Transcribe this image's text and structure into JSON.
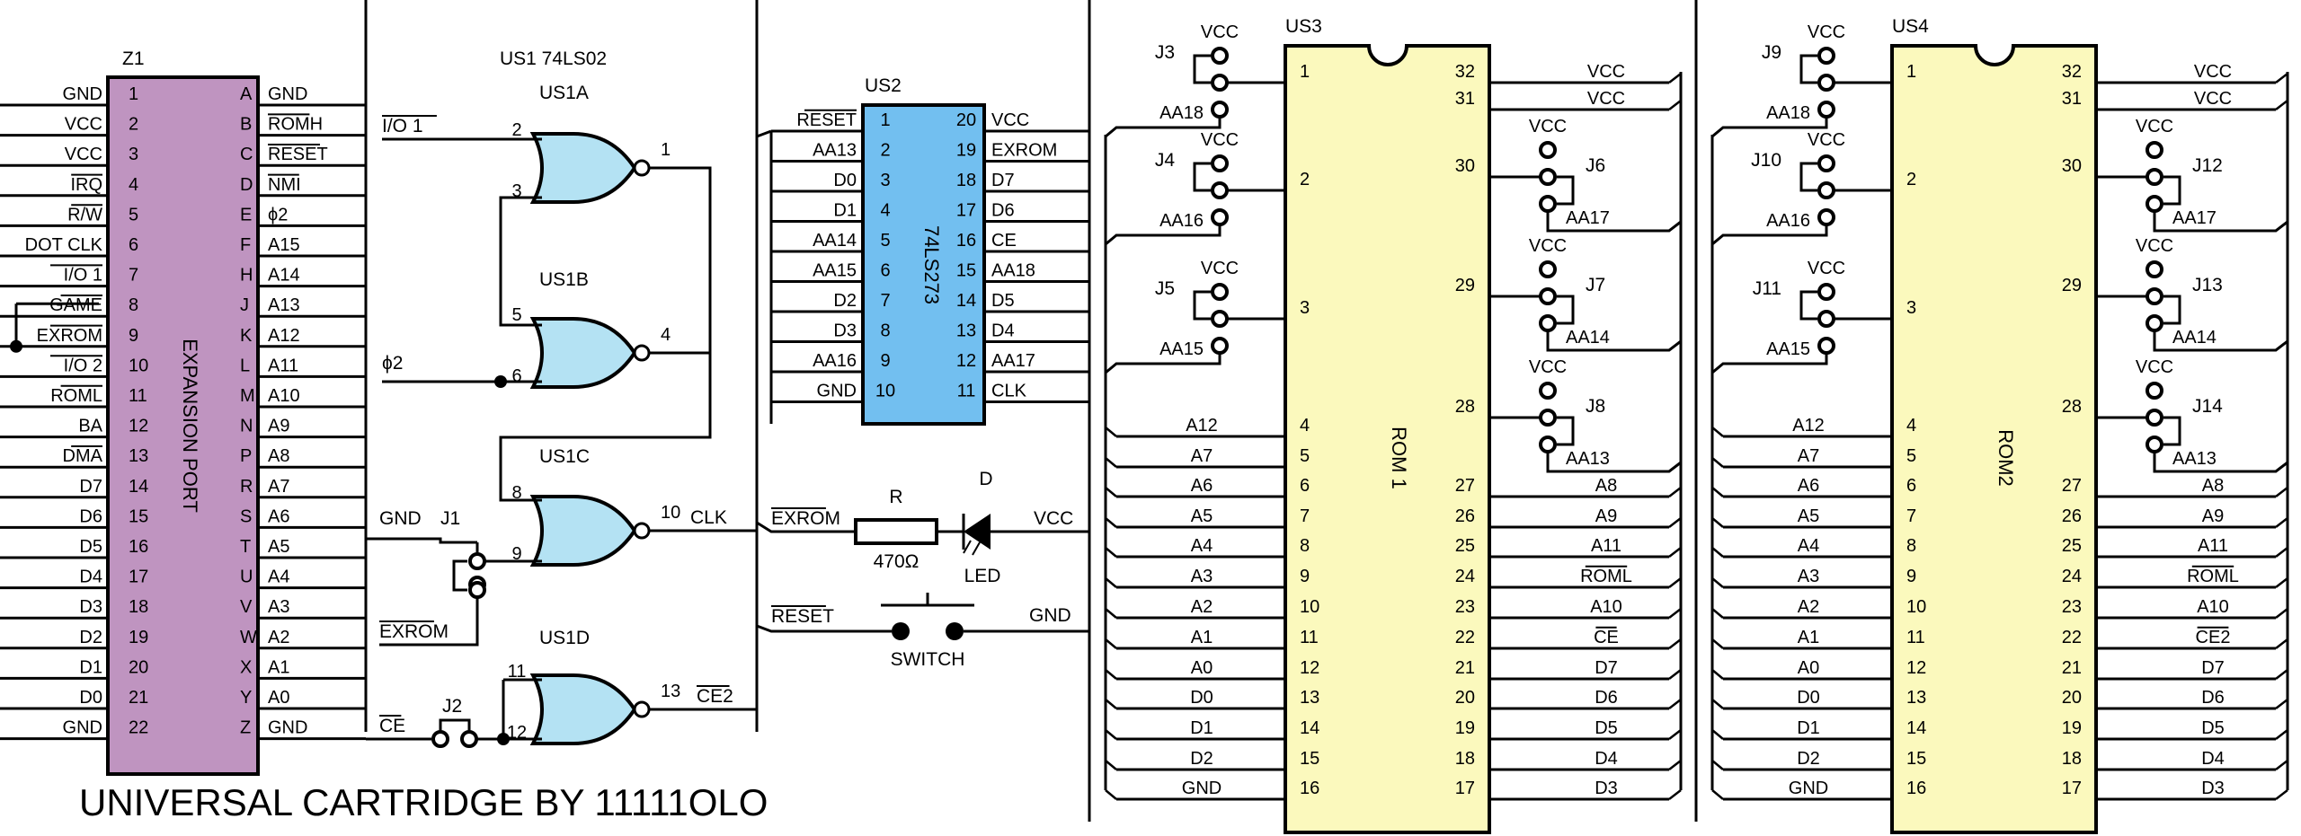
{
  "title": "UNIVERSAL CARTRIDGE BY 11111OLO",
  "colors": {
    "expansion_port": "#bf94c0",
    "nor_gate": "#b4e2f3",
    "ls273": "#72bff0",
    "rom": "#fbf9bd",
    "wire": "#000000"
  },
  "z1": {
    "ref": "Z1",
    "body_label": "EXPANSION PORT",
    "left_nets": [
      "GND",
      "VCC",
      "VCC",
      "IRQ",
      "R/W",
      "DOT CLK",
      "I/O 1",
      "GAME",
      "EXROM",
      "I/O 2",
      "ROML",
      "BA",
      "DMA",
      "D7",
      "D6",
      "D5",
      "D4",
      "D3",
      "D2",
      "D1",
      "D0",
      "GND"
    ],
    "left_overbar": [
      false,
      false,
      false,
      true,
      true,
      false,
      true,
      true,
      true,
      true,
      true,
      false,
      true,
      false,
      false,
      false,
      false,
      false,
      false,
      false,
      false,
      false
    ],
    "pin_numbers": [
      "1",
      "2",
      "3",
      "4",
      "5",
      "6",
      "7",
      "8",
      "9",
      "10",
      "11",
      "12",
      "13",
      "14",
      "15",
      "16",
      "17",
      "18",
      "19",
      "20",
      "21",
      "22"
    ],
    "pin_letters": [
      "A",
      "B",
      "C",
      "D",
      "E",
      "F",
      "H",
      "J",
      "K",
      "L",
      "M",
      "N",
      "P",
      "R",
      "S",
      "T",
      "U",
      "V",
      "W",
      "X",
      "Y",
      "Z"
    ],
    "right_nets": [
      "GND",
      "ROMH",
      "RESET",
      "NMI",
      "ϕ2",
      "A15",
      "A14",
      "A13",
      "A12",
      "A11",
      "A10",
      "A9",
      "A8",
      "A7",
      "A6",
      "A5",
      "A4",
      "A3",
      "A2",
      "A1",
      "A0",
      "GND"
    ],
    "right_overbar": [
      false,
      true,
      true,
      true,
      false,
      false,
      false,
      false,
      false,
      false,
      false,
      false,
      false,
      false,
      false,
      false,
      false,
      false,
      false,
      false,
      false,
      false
    ]
  },
  "us1": {
    "title": "US1 74LS02",
    "gates": [
      {
        "name": "US1A",
        "in_pins": [
          "2",
          "3"
        ],
        "out_pin": "1"
      },
      {
        "name": "US1B",
        "in_pins": [
          "5",
          "6"
        ],
        "out_pin": "4"
      },
      {
        "name": "US1C",
        "in_pins": [
          "8",
          "9"
        ],
        "out_pin": "10"
      },
      {
        "name": "US1D",
        "in_pins": [
          "11",
          "12"
        ],
        "out_pin": "13"
      }
    ],
    "nets": {
      "io1": "I/O 1",
      "phi2": "ϕ2",
      "gnd": "GND",
      "exrom": "EXROM",
      "ce": "CE",
      "clk": "CLK",
      "ce2": "CE2"
    },
    "jumpers": [
      "J1",
      "J2"
    ]
  },
  "us2": {
    "ref": "US2",
    "chip": "74LS273",
    "left_pins": [
      "1",
      "2",
      "3",
      "4",
      "5",
      "6",
      "7",
      "8",
      "9",
      "10"
    ],
    "right_pins": [
      "20",
      "19",
      "18",
      "17",
      "16",
      "15",
      "14",
      "13",
      "12",
      "11"
    ],
    "left_nets": [
      "RESET",
      "AA13",
      "D0",
      "D1",
      "AA14",
      "AA15",
      "D2",
      "D3",
      "AA16",
      "GND"
    ],
    "left_overbar": [
      true,
      false,
      false,
      false,
      false,
      false,
      false,
      false,
      false,
      false
    ],
    "right_nets": [
      "VCC",
      "EXROM",
      "D7",
      "D6",
      "CE",
      "AA18",
      "D5",
      "D4",
      "AA17",
      "CLK"
    ],
    "right_overbar": [
      false,
      false,
      false,
      false,
      false,
      false,
      false,
      false,
      false,
      false
    ],
    "led": {
      "net": "EXROM",
      "resistor_ref": "R",
      "resistor_value": "470Ω",
      "diode_ref": "D",
      "diode_label": "LED",
      "supply": "VCC"
    },
    "switch": {
      "net": "RESET",
      "label": "SWITCH",
      "gnd": "GND"
    }
  },
  "roms": [
    {
      "ref": "US3",
      "body_label": "ROM 1",
      "left_pins": [
        "1",
        "2",
        "3",
        "4",
        "5",
        "6",
        "7",
        "8",
        "9",
        "10",
        "11",
        "12",
        "13",
        "14",
        "15",
        "16"
      ],
      "right_pins": [
        "32",
        "31",
        "30",
        "29",
        "28",
        "27",
        "26",
        "25",
        "24",
        "23",
        "22",
        "21",
        "20",
        "19",
        "18",
        "17"
      ],
      "left_nets": [
        "",
        "",
        "",
        "A12",
        "A7",
        "A6",
        "A5",
        "A4",
        "A3",
        "A2",
        "A1",
        "A0",
        "D0",
        "D1",
        "D2",
        "GND"
      ],
      "right_nets": [
        "VCC",
        "VCC",
        "",
        "",
        "",
        "A8",
        "A9",
        "A11",
        "ROML",
        "A10",
        "CE",
        "D7",
        "D6",
        "D5",
        "D4",
        "D3"
      ],
      "right_overbar": [
        false,
        false,
        false,
        false,
        false,
        false,
        false,
        false,
        true,
        false,
        true,
        false,
        false,
        false,
        false,
        false
      ],
      "left_jumpers": [
        {
          "ref": "J3",
          "net": "AA18",
          "vcc": "VCC"
        },
        {
          "ref": "J4",
          "net": "AA16",
          "vcc": "VCC"
        },
        {
          "ref": "J5",
          "net": "AA15",
          "vcc": "VCC"
        }
      ],
      "right_jumpers": [
        {
          "ref": "J6",
          "net": "AA17",
          "vcc": "VCC"
        },
        {
          "ref": "J7",
          "net": "AA14",
          "vcc": "VCC"
        },
        {
          "ref": "J8",
          "net": "AA13",
          "vcc": "VCC"
        }
      ]
    },
    {
      "ref": "US4",
      "body_label": "ROM2",
      "left_pins": [
        "1",
        "2",
        "3",
        "4",
        "5",
        "6",
        "7",
        "8",
        "9",
        "10",
        "11",
        "12",
        "13",
        "14",
        "15",
        "16"
      ],
      "right_pins": [
        "32",
        "31",
        "30",
        "29",
        "28",
        "27",
        "26",
        "25",
        "24",
        "23",
        "22",
        "21",
        "20",
        "19",
        "18",
        "17"
      ],
      "left_nets": [
        "",
        "",
        "",
        "A12",
        "A7",
        "A6",
        "A5",
        "A4",
        "A3",
        "A2",
        "A1",
        "A0",
        "D0",
        "D1",
        "D2",
        "GND"
      ],
      "right_nets": [
        "VCC",
        "VCC",
        "",
        "",
        "",
        "A8",
        "A9",
        "A11",
        "ROML",
        "A10",
        "CE2",
        "D7",
        "D6",
        "D5",
        "D4",
        "D3"
      ],
      "right_overbar": [
        false,
        false,
        false,
        false,
        false,
        false,
        false,
        false,
        true,
        false,
        true,
        false,
        false,
        false,
        false,
        false
      ],
      "left_jumpers": [
        {
          "ref": "J9",
          "net": "AA18",
          "vcc": "VCC"
        },
        {
          "ref": "J10",
          "net": "AA16",
          "vcc": "VCC"
        },
        {
          "ref": "J11",
          "net": "AA15",
          "vcc": "VCC"
        }
      ],
      "right_jumpers": [
        {
          "ref": "J12",
          "net": "AA17",
          "vcc": "VCC"
        },
        {
          "ref": "J13",
          "net": "AA14",
          "vcc": "VCC"
        },
        {
          "ref": "J14",
          "net": "AA13",
          "vcc": "VCC"
        }
      ]
    }
  ]
}
